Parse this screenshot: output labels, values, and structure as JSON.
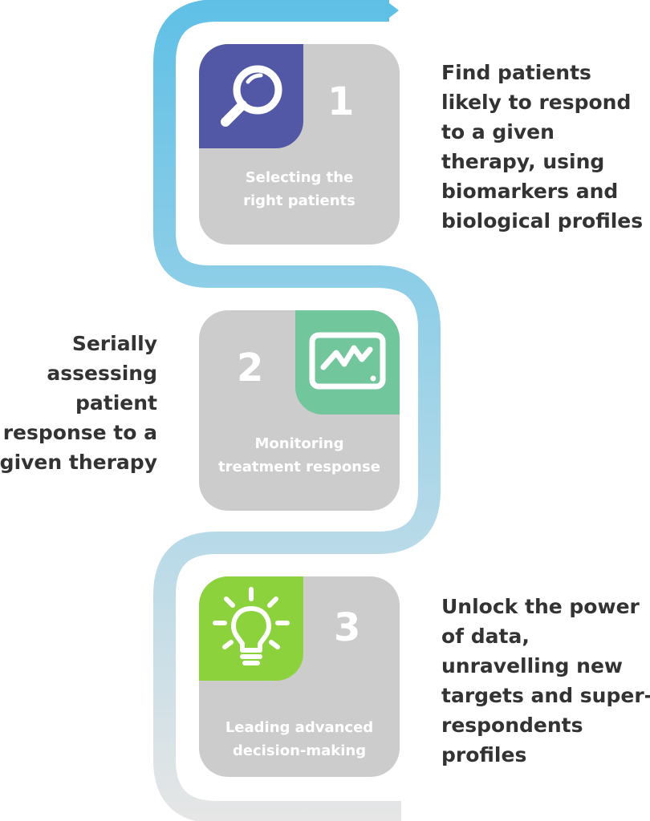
{
  "colors": {
    "card_background": "#cccccc",
    "text_dark": "#333333",
    "ribbon_gradient": [
      "#5fc0e6",
      "#a9d6e8",
      "#e6e6e6"
    ],
    "step1_accent": "#5358a6",
    "step2_accent": "#72c69b",
    "step3_accent": "#8cd23c"
  },
  "steps": [
    {
      "number": "1",
      "icon": "magnifying-glass-icon",
      "label_lines": [
        "Selecting the",
        "right patients"
      ],
      "description_lines": [
        "Find patients",
        "likely to respond",
        "to a given",
        "therapy, using",
        "biomarkers and",
        "biological profiles"
      ]
    },
    {
      "number": "2",
      "icon": "monitor-chart-icon",
      "label_lines": [
        "Monitoring",
        "treatment response"
      ],
      "description_lines": [
        "Serially",
        "assessing",
        "patient",
        "response to a",
        "given therapy"
      ]
    },
    {
      "number": "3",
      "icon": "lightbulb-icon",
      "label_lines": [
        "Leading advanced",
        "decision-making"
      ],
      "description_lines": [
        "Unlock the power",
        "of data,",
        "unravelling new",
        "targets and super-",
        "respondents",
        "profiles"
      ]
    }
  ]
}
